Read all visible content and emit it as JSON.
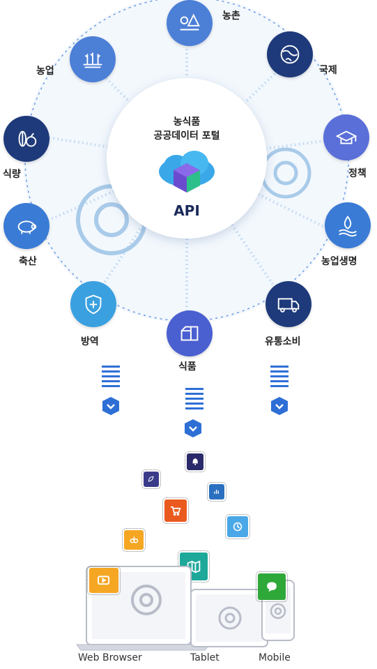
{
  "portal": {
    "title_line1": "농식품",
    "title_line2": "공공데이터 포털",
    "api_label": "API"
  },
  "categories": [
    {
      "id": "forestry",
      "label": "농촌",
      "icon": "village-icon",
      "color": "#4c7fd6"
    },
    {
      "id": "international",
      "label": "국제",
      "icon": "globe-icon",
      "color": "#1e3a7a"
    },
    {
      "id": "policy",
      "label": "정책",
      "icon": "graduation-cap-icon",
      "color": "#5a6fd8"
    },
    {
      "id": "agri-life",
      "label": "농업생명",
      "icon": "water-drop-icon",
      "color": "#3a7bd5"
    },
    {
      "id": "distribution",
      "label": "유통소비",
      "icon": "truck-icon",
      "color": "#1e3a7a"
    },
    {
      "id": "food",
      "label": "식품",
      "icon": "food-box-icon",
      "color": "#4a5fd0"
    },
    {
      "id": "quarantine",
      "label": "방역",
      "icon": "shield-cross-icon",
      "color": "#3aa0e0"
    },
    {
      "id": "livestock",
      "label": "축산",
      "icon": "pig-icon",
      "color": "#3a7bd5"
    },
    {
      "id": "grain",
      "label": "식량",
      "icon": "apple-corn-icon",
      "color": "#1e3a7a"
    },
    {
      "id": "agriculture",
      "label": "농업",
      "icon": "crops-icon",
      "color": "#4c7fd6"
    }
  ],
  "devices": [
    {
      "label": "Web Browser"
    },
    {
      "label": "Tablet"
    },
    {
      "label": "Mobile"
    }
  ],
  "colors": {
    "accent": "#2e6fd6",
    "dotted": "#6a9ae0",
    "gear": "#a9cbe9"
  }
}
